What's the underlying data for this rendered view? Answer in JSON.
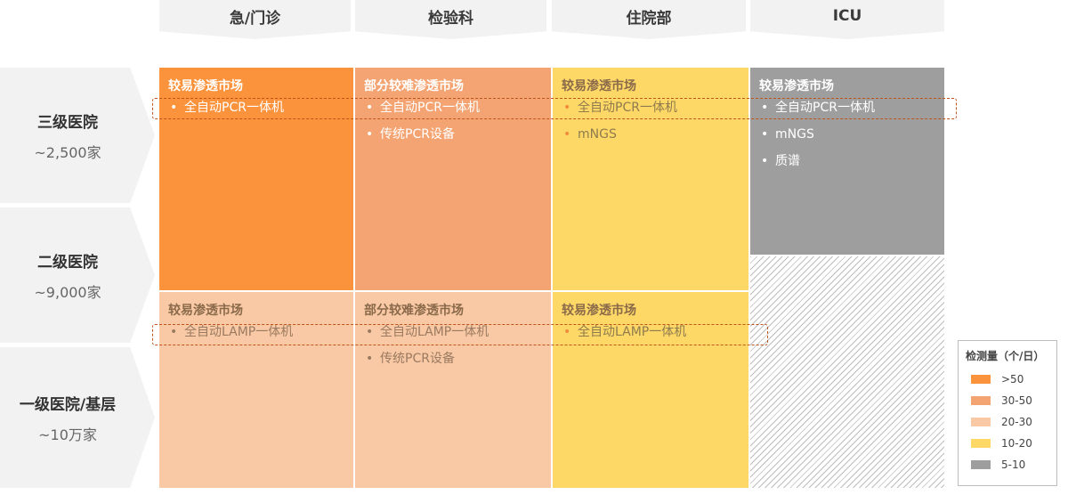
{
  "columns": [
    "急/门诊",
    "检验科",
    "住院部",
    "ICU"
  ],
  "rows": [
    {
      "title": "三级医院",
      "count": "~2,500家"
    },
    {
      "title": "二级医院",
      "count": "~9,000家"
    },
    {
      "title": "一级医院/基层",
      "count": "~10万家"
    }
  ],
  "cells": {
    "upper": [
      {
        "title": "较易渗透市场",
        "items": [
          "全自动PCR一体机"
        ],
        "color": "#fb923c"
      },
      {
        "title": "部分较难渗透市场",
        "items": [
          "全自动PCR一体机",
          "传统PCR设备"
        ],
        "color": "#f4a472"
      },
      {
        "title": "较易渗透市场",
        "items": [
          "全自动PCR一体机",
          "mNGS"
        ],
        "color": "#fdd866"
      },
      {
        "title": "较易渗透市场",
        "items": [
          "全自动PCR一体机",
          "mNGS",
          "质谱"
        ],
        "color": "#9e9e9e"
      }
    ],
    "lower": [
      {
        "title": "较易渗透市场",
        "items": [
          "全自动LAMP一体机"
        ],
        "color": "#f9c9a5"
      },
      {
        "title": "部分较难渗透市场",
        "items": [
          "全自动LAMP一体机",
          "传统PCR设备"
        ],
        "color": "#f9c9a5"
      },
      {
        "title": "较易渗透市场",
        "items": [
          "全自动LAMP一体机"
        ],
        "color": "#fdd866"
      }
    ]
  },
  "legend": {
    "title": "检测量（个/日）",
    "items": [
      {
        "label": ">50",
        "color": "#fb923c"
      },
      {
        "label": "30-50",
        "color": "#f4a472"
      },
      {
        "label": "20-30",
        "color": "#f9c9a5"
      },
      {
        "label": "10-20",
        "color": "#fdd866"
      },
      {
        "label": "5-10",
        "color": "#9e9e9e"
      }
    ]
  }
}
